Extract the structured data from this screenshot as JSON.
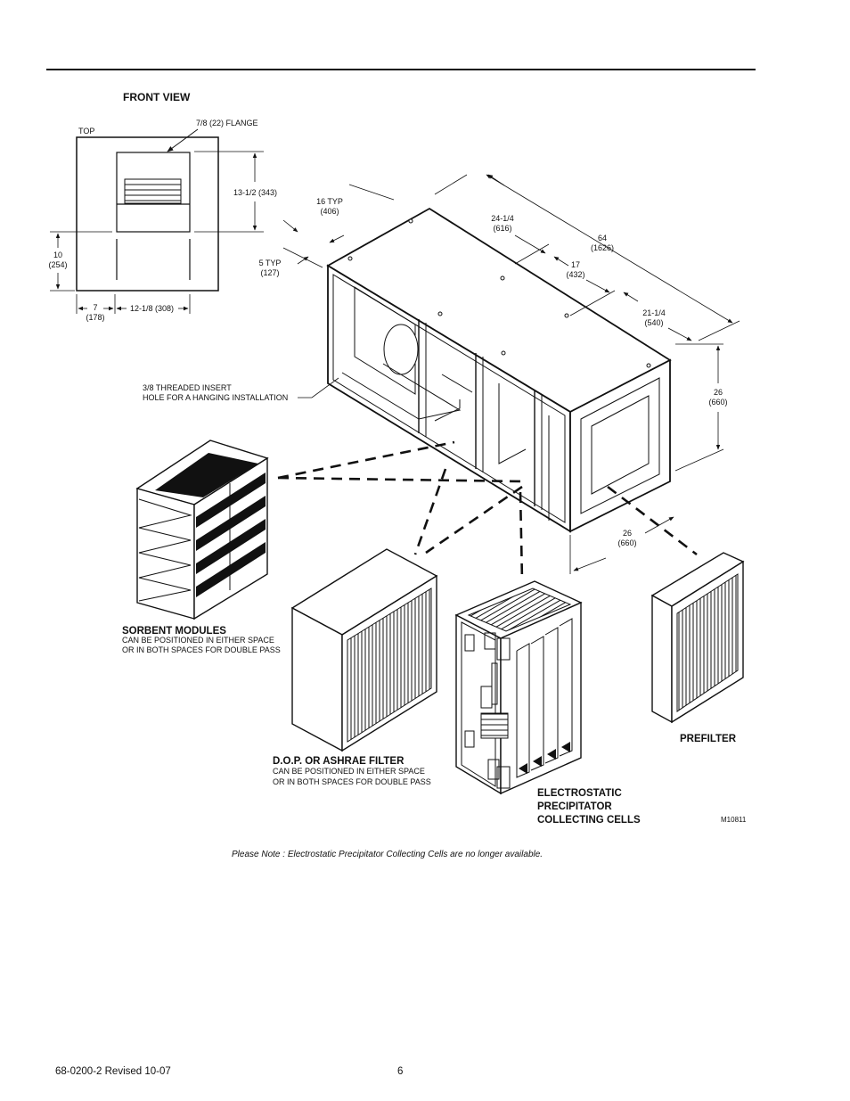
{
  "front_view": {
    "title": "FRONT VIEW",
    "top_label": "TOP",
    "flange_label": "7/8 (22) FLANGE",
    "dim_height_opening": "13-1/2 (343)",
    "dim_bottom_a": "10",
    "dim_bottom_b": "(254)",
    "dim_left_a": "7",
    "dim_left_b": "(178)",
    "dim_width_opening": "12-1/8 (308)"
  },
  "cabinet": {
    "dim_16_a": "16 TYP",
    "dim_16_b": "(406)",
    "dim_5_a": "5 TYP",
    "dim_5_b": "(127)",
    "dim_24_a": "24-1/4",
    "dim_24_b": "(616)",
    "dim_64_a": "64",
    "dim_64_b": "(1626)",
    "dim_17_a": "17",
    "dim_17_b": "(432)",
    "dim_21_a": "21-1/4",
    "dim_21_b": "(540)",
    "dim_26h_a": "26",
    "dim_26h_b": "(660)",
    "dim_26w_a": "26",
    "dim_26w_b": "(660)",
    "insert_line1": "3/8 THREADED INSERT",
    "insert_line2": "HOLE FOR A HANGING INSTALLATION"
  },
  "components": {
    "sorbent_title": "SORBENT MODULES",
    "sorbent_line1": "CAN BE POSITIONED IN EITHER SPACE",
    "sorbent_line2": "OR IN BOTH SPACES FOR DOUBLE PASS",
    "dop_title": "D.O.P. OR ASHRAE FILTER",
    "dop_line1": "CAN BE POSITIONED IN EITHER SPACE",
    "dop_line2": "OR IN BOTH SPACES FOR DOUBLE PASS",
    "electro_line1": "ELECTROSTATIC",
    "electro_line2": "PRECIPITATOR",
    "electro_line3": "COLLECTING CELLS",
    "prefilter_title": "PREFILTER",
    "figure_code": "M10811"
  },
  "note": "Please Note : Electrostatic Precipitator Collecting Cells are no longer available.",
  "footer": {
    "doc_number": "68-0200-2   Revised  10-07",
    "page_number": "6"
  }
}
